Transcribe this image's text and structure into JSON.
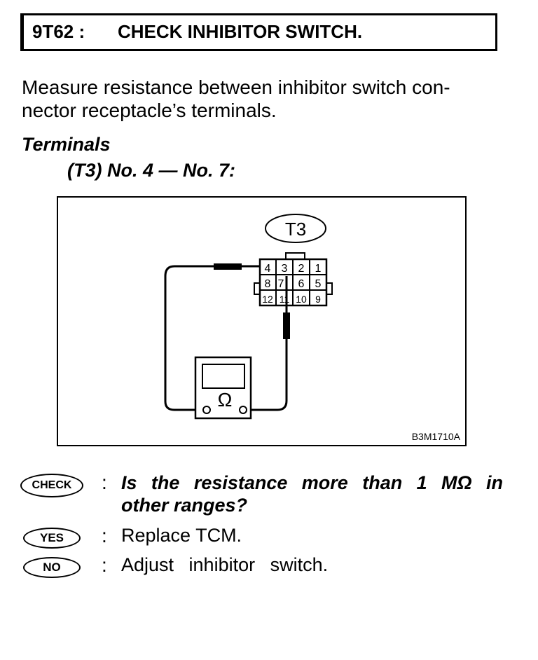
{
  "header": {
    "code": "9T62 :",
    "title": "CHECK INHIBITOR SWITCH."
  },
  "instruction": {
    "line1": "Measure resistance between inhibitor switch con-",
    "line2": "nector receptacle’s terminals."
  },
  "terminals": {
    "heading": "Terminals",
    "value": "(T3) No. 4 — No. 7:"
  },
  "figure": {
    "connector_label": "T3",
    "pins_row1": [
      "4",
      "3",
      "2",
      "1"
    ],
    "pins_row2": [
      "8",
      "7",
      "6",
      "5"
    ],
    "pins_row3": [
      "12",
      "11",
      "10",
      "9"
    ],
    "meter_symbol": "Ω",
    "figure_id": "B3M1710A"
  },
  "steps": {
    "check": {
      "badge": "CHECK",
      "colon": ":",
      "line1": "Is the resistance more than 1 MΩ in",
      "line2": "other ranges?"
    },
    "yes": {
      "badge": "YES",
      "colon": ":",
      "text": "Replace TCM."
    },
    "no": {
      "badge": "NO",
      "colon": ":",
      "text": "Adjust inhibitor switch."
    }
  }
}
